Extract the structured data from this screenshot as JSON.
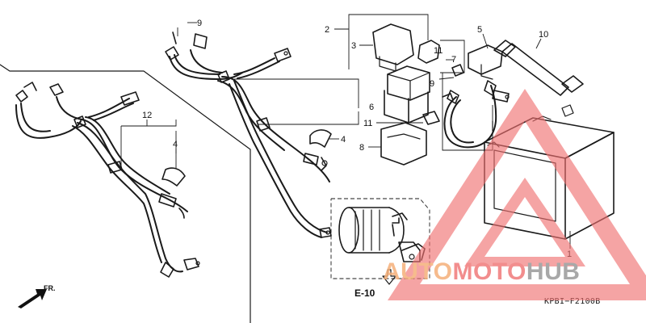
{
  "callouts": {
    "c1": "1",
    "c2": "2",
    "c3": "3",
    "c4a": "4",
    "c4b": "4",
    "c5": "5",
    "c6": "6",
    "c7": "7",
    "c8": "8",
    "c9a": "9",
    "c9b": "9",
    "c9c": "9",
    "c10": "10",
    "c11a": "11",
    "c11b": "11",
    "c12": "12"
  },
  "ref_label": "E-10",
  "front_label": "FR.",
  "diagram_code": "KPBI−F2100B",
  "watermark": {
    "part1": "AUTO",
    "part2": "MOTO",
    "part3": "HUB",
    "color_auto": "#f5b07a",
    "color_moto": "#f07a7a",
    "color_hub": "#9a9a9a",
    "triangle_color": "#f07070"
  }
}
